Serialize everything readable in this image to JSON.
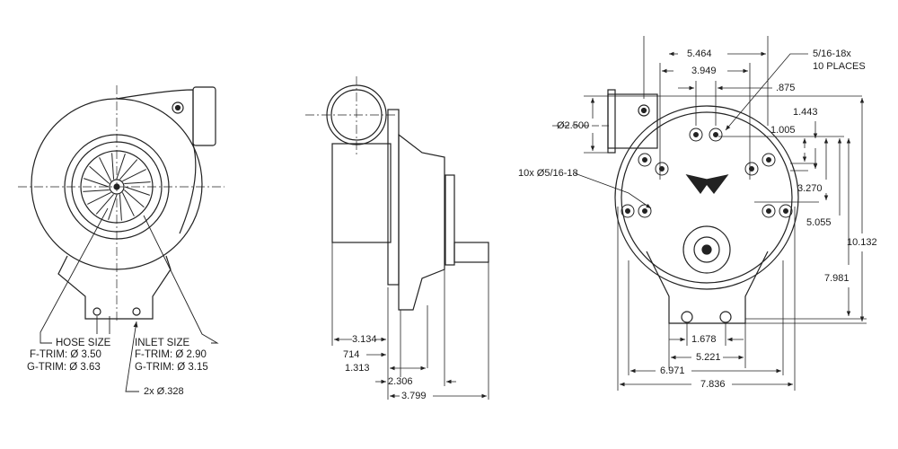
{
  "front_view": {
    "hose_size": {
      "title": "HOSE SIZE",
      "f_trim": "F-TRIM: Ø 3.50",
      "g_trim": "G-TRIM: Ø 3.63"
    },
    "inlet_size": {
      "title": "INLET SIZE",
      "f_trim": "F-TRIM: Ø 2.90",
      "g_trim": "G-TRIM: Ø 3.15"
    },
    "mount_holes": "2x Ø.328"
  },
  "side_view": {
    "dims": {
      "d1": "3.134",
      "d2": "714",
      "d3": "1.313",
      "d4": "2.306",
      "d5": "3.799"
    }
  },
  "rear_view": {
    "dims": {
      "w1": "5.464",
      "w2": "3.949",
      "w3": ".875",
      "note1": "5/16-18x",
      "note2": "10 PLACES",
      "dia": "Ø2.500",
      "h1": "1.443",
      "h2": "1.005",
      "holes": "10x Ø5/16-18",
      "h3": "3.270",
      "h4": "5.055",
      "h5": "10.132",
      "h6": "7.981",
      "b1": "1.678",
      "b2": "5.221",
      "b3": "6.971",
      "b4": "7.836"
    }
  }
}
